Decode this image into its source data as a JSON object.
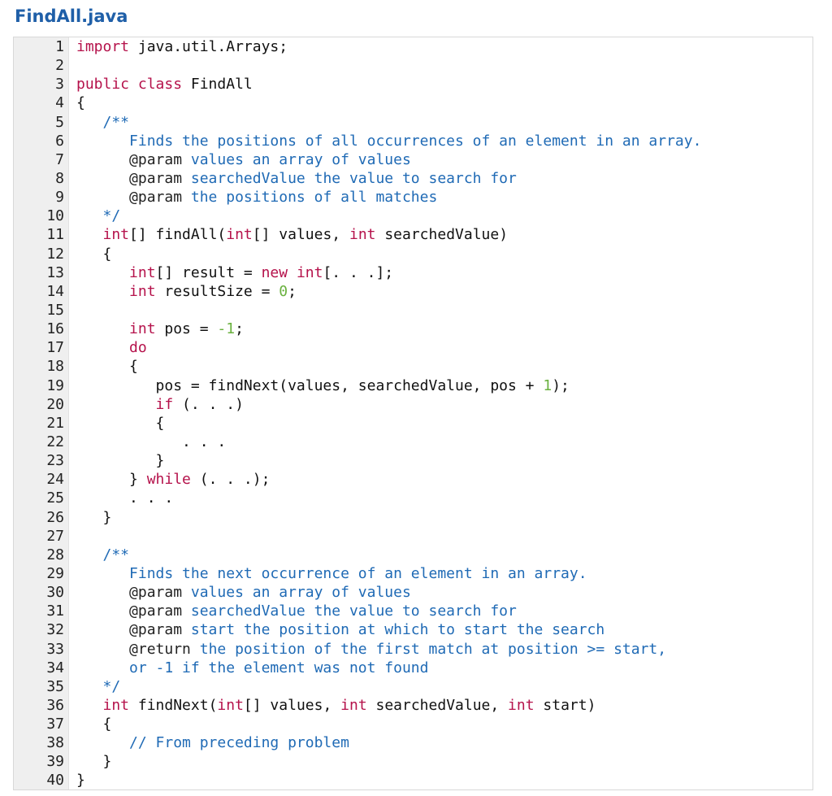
{
  "title": "FindAll.java",
  "colors": {
    "title": "#1f5fa8",
    "keyword": "#b5124b",
    "number": "#6ab13f",
    "comment": "#1f6ab5",
    "text": "#111111",
    "gutter": "#efefef"
  },
  "lines": [
    {
      "n": "1",
      "parts": [
        [
          "kw",
          "import"
        ],
        [
          "pl",
          " java.util.Arrays;"
        ]
      ]
    },
    {
      "n": "2",
      "parts": []
    },
    {
      "n": "3",
      "parts": [
        [
          "kw",
          "public class"
        ],
        [
          "pl",
          " FindAll"
        ]
      ]
    },
    {
      "n": "4",
      "parts": [
        [
          "pl",
          "{"
        ]
      ]
    },
    {
      "n": "5",
      "parts": [
        [
          "cm",
          "   /**"
        ]
      ]
    },
    {
      "n": "6",
      "parts": [
        [
          "cm",
          "      Finds the positions of all occurrences of an element in an array."
        ]
      ]
    },
    {
      "n": "7",
      "parts": [
        [
          "tag",
          "      @param"
        ],
        [
          "cm",
          " values an array of values"
        ]
      ]
    },
    {
      "n": "8",
      "parts": [
        [
          "tag",
          "      @param"
        ],
        [
          "cm",
          " searchedValue the value to search for"
        ]
      ]
    },
    {
      "n": "9",
      "parts": [
        [
          "tag",
          "      @param"
        ],
        [
          "cm",
          " the positions of all matches"
        ]
      ]
    },
    {
      "n": "10",
      "parts": [
        [
          "cm",
          "   */"
        ]
      ]
    },
    {
      "n": "11",
      "parts": [
        [
          "kw",
          "   int"
        ],
        [
          "pl",
          "[] findAll("
        ],
        [
          "kw",
          "int"
        ],
        [
          "pl",
          "[] values, "
        ],
        [
          "kw",
          "int"
        ],
        [
          "pl",
          " searchedValue)"
        ]
      ]
    },
    {
      "n": "12",
      "parts": [
        [
          "pl",
          "   {"
        ]
      ]
    },
    {
      "n": "13",
      "parts": [
        [
          "kw",
          "      int"
        ],
        [
          "pl",
          "[] result = "
        ],
        [
          "kw",
          "new int"
        ],
        [
          "pl",
          "[. . .];"
        ]
      ]
    },
    {
      "n": "14",
      "parts": [
        [
          "kw",
          "      int"
        ],
        [
          "pl",
          " resultSize = "
        ],
        [
          "num",
          "0"
        ],
        [
          "pl",
          ";"
        ]
      ]
    },
    {
      "n": "15",
      "parts": []
    },
    {
      "n": "16",
      "parts": [
        [
          "kw",
          "      int"
        ],
        [
          "pl",
          " pos = "
        ],
        [
          "num",
          "-1"
        ],
        [
          "pl",
          ";"
        ]
      ]
    },
    {
      "n": "17",
      "parts": [
        [
          "kw",
          "      do"
        ]
      ]
    },
    {
      "n": "18",
      "parts": [
        [
          "pl",
          "      {"
        ]
      ]
    },
    {
      "n": "19",
      "parts": [
        [
          "pl",
          "         pos = findNext(values, searchedValue, pos + "
        ],
        [
          "num",
          "1"
        ],
        [
          "pl",
          ");"
        ]
      ]
    },
    {
      "n": "20",
      "parts": [
        [
          "kw",
          "         if"
        ],
        [
          "pl",
          " (. . .)"
        ]
      ]
    },
    {
      "n": "21",
      "parts": [
        [
          "pl",
          "         {"
        ]
      ]
    },
    {
      "n": "22",
      "parts": [
        [
          "pl",
          "            . . ."
        ]
      ]
    },
    {
      "n": "23",
      "parts": [
        [
          "pl",
          "         }"
        ]
      ]
    },
    {
      "n": "24",
      "parts": [
        [
          "pl",
          "      } "
        ],
        [
          "kw",
          "while"
        ],
        [
          "pl",
          " (. . .);"
        ]
      ]
    },
    {
      "n": "25",
      "parts": [
        [
          "pl",
          "      . . ."
        ]
      ]
    },
    {
      "n": "26",
      "parts": [
        [
          "pl",
          "   }"
        ]
      ]
    },
    {
      "n": "27",
      "parts": []
    },
    {
      "n": "28",
      "parts": [
        [
          "cm",
          "   /**"
        ]
      ]
    },
    {
      "n": "29",
      "parts": [
        [
          "cm",
          "      Finds the next occurrence of an element in an array."
        ]
      ]
    },
    {
      "n": "30",
      "parts": [
        [
          "tag",
          "      @param"
        ],
        [
          "cm",
          " values an array of values"
        ]
      ]
    },
    {
      "n": "31",
      "parts": [
        [
          "tag",
          "      @param"
        ],
        [
          "cm",
          " searchedValue the value to search for"
        ]
      ]
    },
    {
      "n": "32",
      "parts": [
        [
          "tag",
          "      @param"
        ],
        [
          "cm",
          " start the position at which to start the search"
        ]
      ]
    },
    {
      "n": "33",
      "parts": [
        [
          "tag",
          "      @return"
        ],
        [
          "cm",
          " the position of the first match at position >= start,"
        ]
      ]
    },
    {
      "n": "34",
      "parts": [
        [
          "cm",
          "      or -1 if the element was not found"
        ]
      ]
    },
    {
      "n": "35",
      "parts": [
        [
          "cm",
          "   */"
        ]
      ]
    },
    {
      "n": "36",
      "parts": [
        [
          "kw",
          "   int"
        ],
        [
          "pl",
          " findNext("
        ],
        [
          "kw",
          "int"
        ],
        [
          "pl",
          "[] values, "
        ],
        [
          "kw",
          "int"
        ],
        [
          "pl",
          " searchedValue, "
        ],
        [
          "kw",
          "int"
        ],
        [
          "pl",
          " start)"
        ]
      ]
    },
    {
      "n": "37",
      "parts": [
        [
          "pl",
          "   {"
        ]
      ]
    },
    {
      "n": "38",
      "parts": [
        [
          "cm",
          "      // From preceding problem"
        ]
      ]
    },
    {
      "n": "39",
      "parts": [
        [
          "pl",
          "   }"
        ]
      ]
    },
    {
      "n": "40",
      "parts": [
        [
          "pl",
          "}"
        ]
      ]
    }
  ]
}
